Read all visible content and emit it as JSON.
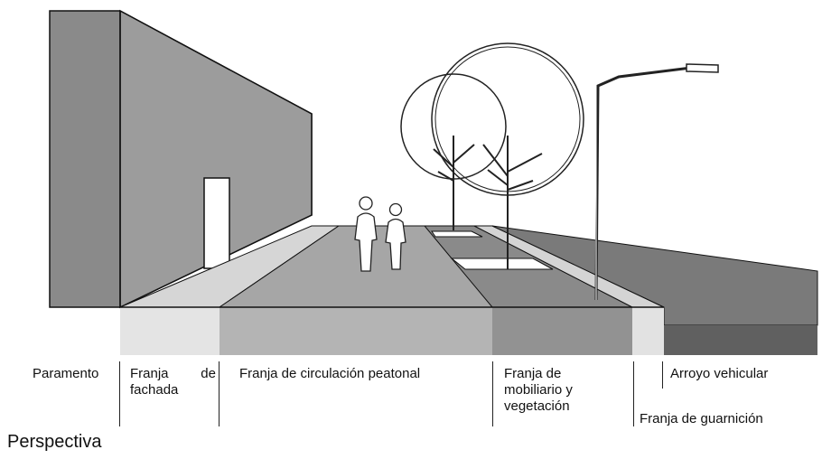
{
  "labels": {
    "paramento": "Paramento",
    "franja_fachada": "Franja de fachada",
    "franja_circulacion": "Franja de circulación peatonal",
    "franja_mobiliario": "Franja de mobiliario y vegetación",
    "arroyo_vehicular": "Arroyo vehicular",
    "franja_guarnicion": "Franja de guarnición"
  },
  "caption": "Perspectiva",
  "colors": {
    "wall_dark": "#8a8a8a",
    "wall_front": "#9a9a9a",
    "facade_strip": "#dcdcdc",
    "sidewalk": "#a9a9a9",
    "furniture_strip": "#8c8c8c",
    "curb": "#d8d8d8",
    "road": "#6f6f6f",
    "road_top": "#7d7d7d"
  },
  "icons": [
    "pedestrian-icon",
    "tree-icon",
    "street-lamp-icon",
    "door-icon"
  ]
}
